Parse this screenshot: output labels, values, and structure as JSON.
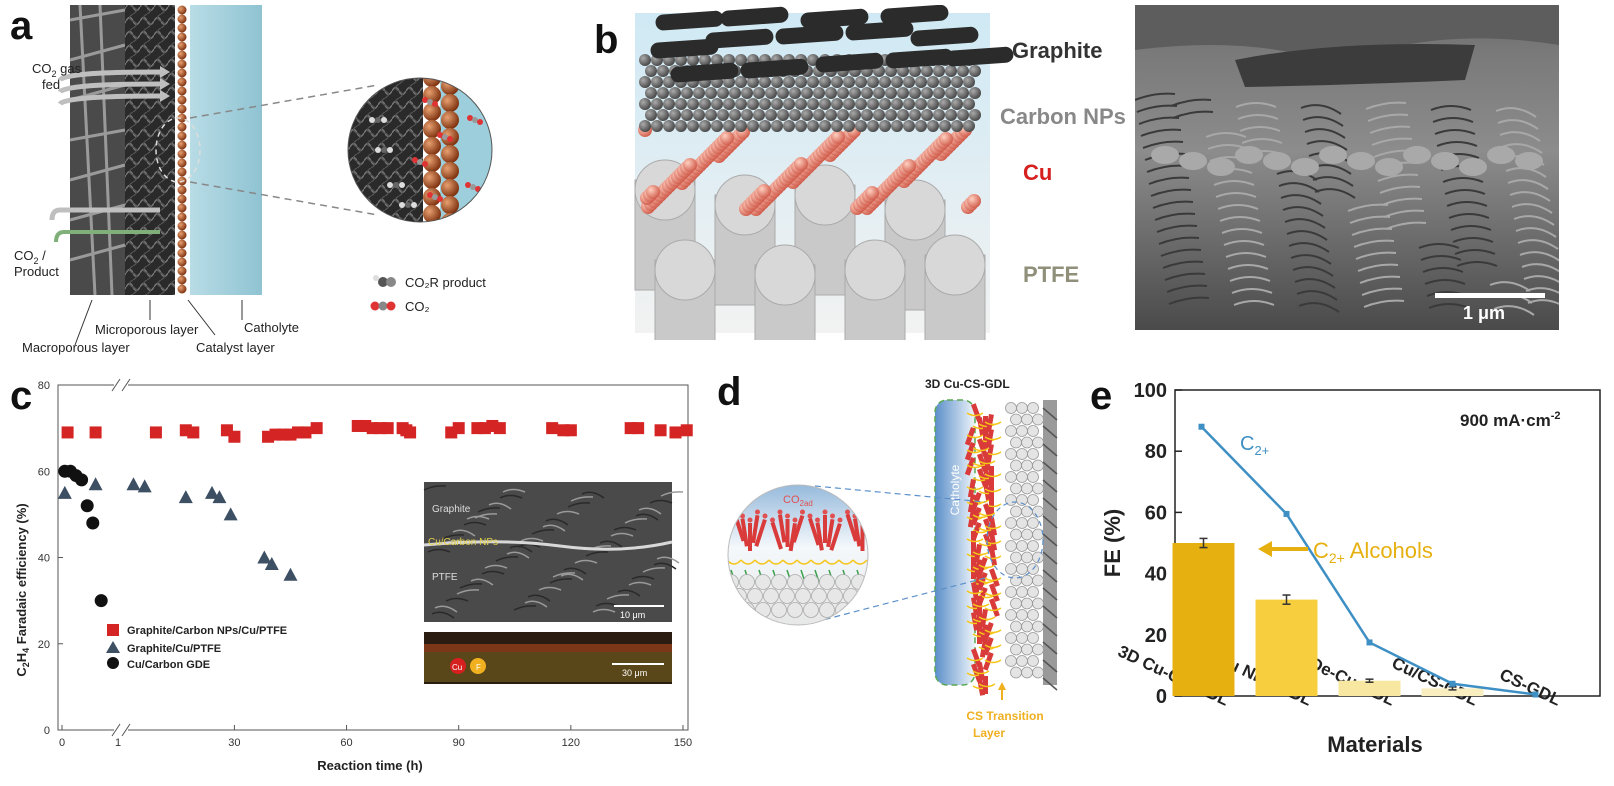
{
  "panel_a": {
    "letter": "a",
    "gas_fed_line1": "CO",
    "gas_fed_sub": "2",
    "gas_fed_line2": " gas",
    "gas_fed_line3": "fed",
    "out_line1": "CO",
    "out_sub": "2",
    "out_line1_tail": " /",
    "out_line2": "Product",
    "labels": {
      "microporous": "Microporous layer",
      "macroporous": "Macroporous layer",
      "catholyte": "Catholyte",
      "catalyst": "Catalyst layer"
    },
    "legend": {
      "product": "CO₂R product",
      "co2": "CO₂"
    }
  },
  "panel_b": {
    "letter": "b",
    "layers": {
      "graphite": "Graphite",
      "carbon_nps": "Carbon NPs",
      "cu": "Cu",
      "ptfe": "PTFE"
    },
    "scale_bar": "1 μm",
    "colors": {
      "graphite": "#333333",
      "carbon": "#888888",
      "cu": "#d62020",
      "ptfe": "#8f8f7a"
    }
  },
  "panel_c": {
    "letter": "c",
    "inset": {
      "graphite": "Graphite",
      "cu_carbon": "Cu/Carbon NPs",
      "ptfe": "PTFE",
      "scale1": "10 μm",
      "scale2": "30 μm",
      "cu_badge": "Cu",
      "f_badge": "F"
    },
    "chart_data": {
      "type": "scatter",
      "xlabel": "Reaction time (h)",
      "ylabel": "C₂H₄ Faradaic efficiency (%)",
      "ylim": [
        0,
        80
      ],
      "yticks": [
        "0",
        "20",
        "40",
        "60",
        "80"
      ],
      "xticks_broken": [
        "0",
        "1"
      ],
      "xticks": [
        "30",
        "60",
        "90",
        "120",
        "150"
      ],
      "x_break": true,
      "series": [
        {
          "name": "Graphite/Carbon NPs/Cu/PTFE",
          "marker": "square",
          "color": "#d42424",
          "points": [
            [
              0.1,
              69
            ],
            [
              0.6,
              69
            ],
            [
              9,
              69
            ],
            [
              17,
              69.5
            ],
            [
              19,
              69
            ],
            [
              28,
              69.5
            ],
            [
              30,
              68
            ],
            [
              39,
              68
            ],
            [
              41,
              68.5
            ],
            [
              43,
              68.5
            ],
            [
              45,
              68.5
            ],
            [
              47,
              69
            ],
            [
              49,
              69
            ],
            [
              52,
              70
            ],
            [
              63,
              70.5
            ],
            [
              65,
              70.5
            ],
            [
              67,
              70
            ],
            [
              69,
              70
            ],
            [
              71,
              70
            ],
            [
              75,
              70
            ],
            [
              76,
              69.5
            ],
            [
              77,
              69
            ],
            [
              88,
              69
            ],
            [
              90,
              70
            ],
            [
              95,
              70
            ],
            [
              97,
              70
            ],
            [
              99,
              70.5
            ],
            [
              101,
              70
            ],
            [
              115,
              70
            ],
            [
              118,
              69.5
            ],
            [
              120,
              69.5
            ],
            [
              136,
              70
            ],
            [
              138,
              70
            ],
            [
              144,
              69.5
            ],
            [
              148,
              69
            ],
            [
              151,
              69.5
            ]
          ]
        },
        {
          "name": "Graphite/Cu/PTFE",
          "marker": "triangle",
          "color": "#3d4f63",
          "points": [
            [
              0.05,
              55
            ],
            [
              0.6,
              57
            ],
            [
              3,
              57
            ],
            [
              6,
              56.5
            ],
            [
              17,
              54
            ],
            [
              24,
              55
            ],
            [
              26,
              54
            ],
            [
              29,
              50
            ],
            [
              38,
              40
            ],
            [
              40,
              38.5
            ],
            [
              45,
              36
            ]
          ]
        },
        {
          "name": "Cu/Carbon GDE",
          "marker": "circle",
          "color": "#111111",
          "points": [
            [
              0.05,
              60
            ],
            [
              0.15,
              60
            ],
            [
              0.25,
              59
            ],
            [
              0.35,
              58
            ],
            [
              0.45,
              52
            ],
            [
              0.55,
              48
            ],
            [
              0.7,
              30
            ]
          ]
        }
      ]
    }
  },
  "panel_d": {
    "letter": "d",
    "title": "3D Cu-CS-GDL",
    "catholyte": "Catholyte",
    "co2ad": "CO",
    "co2ad_sub": "2ad",
    "transition1": "CS Transition",
    "transition2": "Layer"
  },
  "panel_e": {
    "letter": "e",
    "current": "900 mA·cm",
    "current_sup": "-2",
    "c2_label": "C",
    "c2_sub": "2+",
    "alcohol_label": "C",
    "alcohol_sub": "2+",
    "alcohol_tail": " Alcohols",
    "chart_data": {
      "type": "bar",
      "categories": [
        "3D Cu-CS-GDL",
        "Cu NPs-GDL",
        "De-Cu-GDL",
        "Cu/CS-GDL",
        "CS-GDL"
      ],
      "xlabel": "Materials",
      "ylabel": "FE (%)",
      "ylim": [
        0,
        100
      ],
      "yticks": [
        "0",
        "20",
        "40",
        "60",
        "80",
        "100"
      ],
      "series": [
        {
          "name": "C2+ Alcohols",
          "kind": "bar",
          "values": [
            50,
            31.5,
            5,
            2.5,
            0
          ],
          "errors": [
            1.5,
            1.5,
            0.5,
            0.5,
            0
          ]
        },
        {
          "name": "C2+",
          "kind": "line",
          "values": [
            88,
            59.5,
            17.5,
            4,
            0.5
          ]
        }
      ],
      "bar_colors": [
        "#e6b010",
        "#f7cf3e",
        "#f7e7a0",
        "#f9eec0",
        "#fbf5dc"
      ],
      "line_color": "#3e8fc4"
    }
  }
}
